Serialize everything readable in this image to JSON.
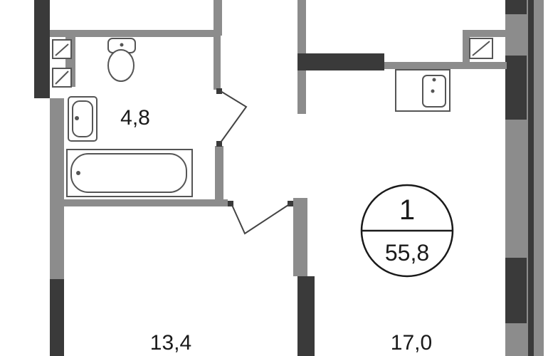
{
  "rooms": {
    "bathroom_area": "4,8",
    "bedroom_area": "13,4",
    "living_area": "17,0"
  },
  "badge": {
    "rooms_count": "1",
    "total_area": "55,8"
  }
}
